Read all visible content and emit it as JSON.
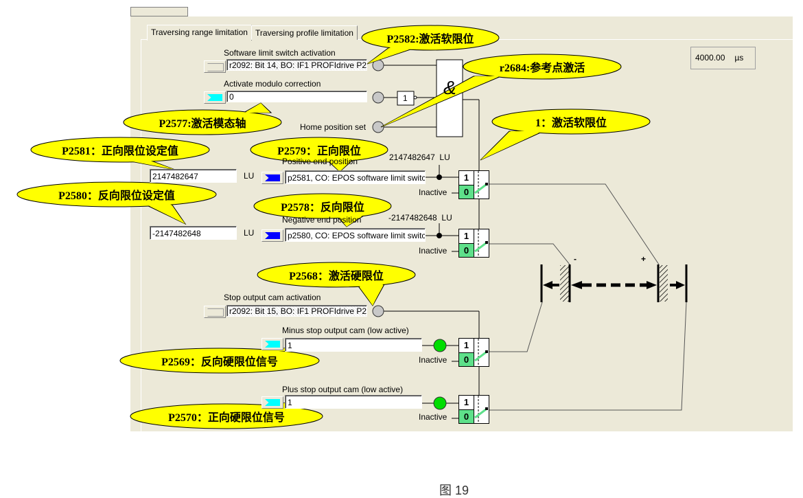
{
  "tabs": [
    {
      "label": "Traversing range limitation",
      "active": true
    },
    {
      "label": "Traversing profile limitation",
      "active": false
    }
  ],
  "sample_time": {
    "value": "4000.00",
    "unit": "µs"
  },
  "software_limit": {
    "label": "Software limit switch activation",
    "source": "r2092: Bit 14, BO: IF1 PROFIdrive P2"
  },
  "modulo": {
    "label": "Activate modulo correction",
    "value": "0",
    "not_gate": "1"
  },
  "home": {
    "label": "Home position set"
  },
  "and_gate": "&",
  "positive": {
    "label": "Positive end position",
    "setpoint": "2147482647",
    "unit": "LU",
    "source": "p2581, CO: EPOS software limit switc",
    "value": "2147482647",
    "value_unit": "LU"
  },
  "negative": {
    "label": "Negative end position",
    "setpoint": "-2147482648",
    "unit": "LU",
    "source": "p2580, CO: EPOS software limit switc",
    "value": "-2147482648",
    "value_unit": "LU"
  },
  "stop_cam": {
    "label": "Stop output cam activation",
    "source": "r2092: Bit 15, BO: IF1 PROFIdrive P2"
  },
  "minus_cam": {
    "label": "Minus stop output cam (low active)",
    "value": "1"
  },
  "plus_cam": {
    "label": "Plus stop output cam (low active)",
    "value": "1"
  },
  "switch": {
    "one": "1",
    "zero": "0",
    "inactive": "Inactive"
  },
  "axis": {
    "minus": "-",
    "plus": "+"
  },
  "callouts": [
    "P2582:激活软限位",
    "r2684:参考点激活",
    "P2577:激活模态轴",
    "P2581：正向限位设定值",
    "P2579：正向限位",
    "P2580：反向限位设定值",
    "P2578：反向限位",
    "1：激活软限位",
    "P2568：激活硬限位",
    "P2569：反向硬限位信号",
    "P2570：正向硬限位信号"
  ],
  "caption": "图 19",
  "colors": {
    "panel": "#ece9d8",
    "callout": "#ffff00",
    "connector_cyan": "#00ffff",
    "connector_blue": "#0000ff",
    "switch_green": "#5ee08a",
    "led_green": "#00dd00"
  }
}
